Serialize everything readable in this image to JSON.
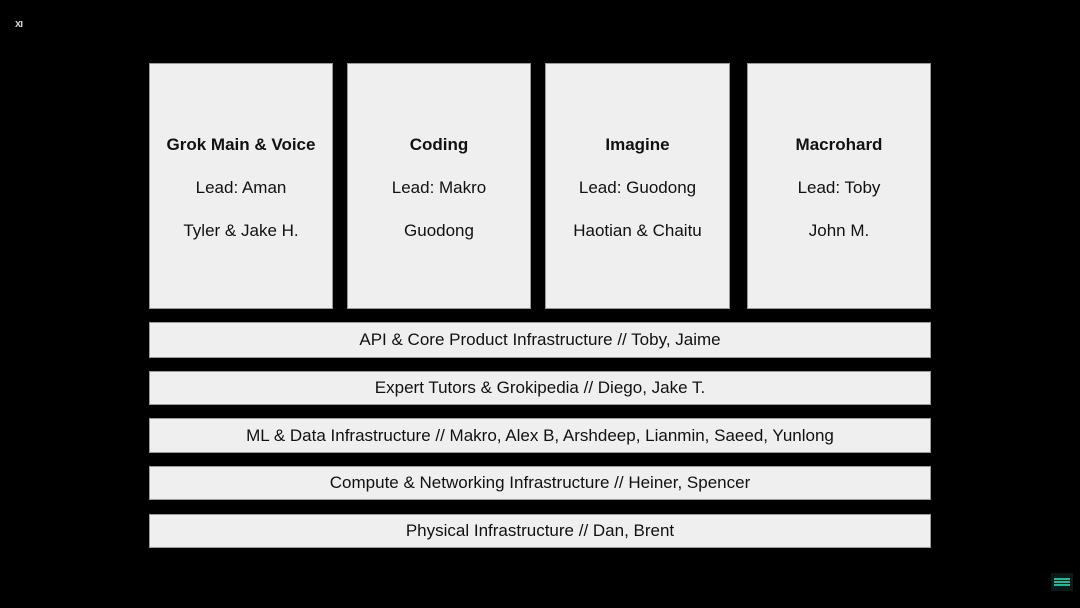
{
  "logo": "xı",
  "teams": [
    {
      "title": "Grok Main & Voice",
      "lead": "Lead: Aman",
      "members": "Tyler & Jake H."
    },
    {
      "title": "Coding",
      "lead": "Lead: Makro",
      "members": "Guodong"
    },
    {
      "title": "Imagine",
      "lead": "Lead: Guodong",
      "members": "Haotian & Chaitu"
    },
    {
      "title": "Macrohard",
      "lead": "Lead: Toby",
      "members": "John M."
    }
  ],
  "layers": [
    "API & Core Product Infrastructure // Toby, Jaime",
    "Expert Tutors & Grokipedia // Diego, Jake T.",
    "ML & Data Infrastructure // Makro, Alex B, Arshdeep, Lianmin, Saeed, Yunlong",
    "Compute & Networking Infrastructure // Heiner, Spencer",
    "Physical Infrastructure // Dan, Brent"
  ]
}
